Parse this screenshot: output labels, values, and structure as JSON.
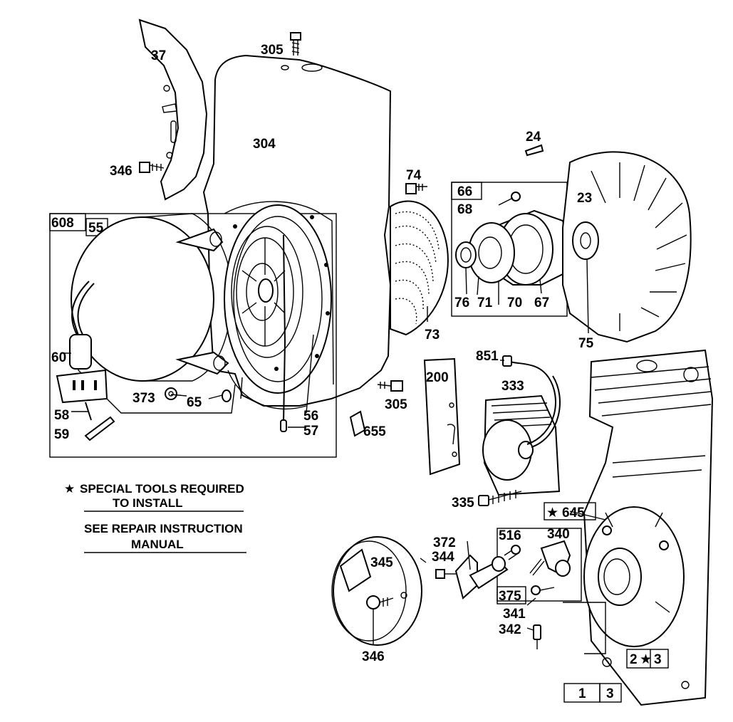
{
  "labels": {
    "p37": "37",
    "p305a": "305",
    "p304": "304",
    "p346a": "346",
    "p74": "74",
    "p24": "24",
    "p66": "66",
    "p68": "68",
    "p23": "23",
    "p608": "608",
    "p55": "55",
    "p76": "76",
    "p71": "71",
    "p70": "70",
    "p67": "67",
    "p75": "75",
    "p73": "73",
    "p60": "60",
    "p373": "373",
    "p65": "65",
    "p58": "58",
    "p59": "59",
    "p56": "56",
    "p57": "57",
    "p305b": "305",
    "p655": "655",
    "p851": "851",
    "p200": "200",
    "p333": "333",
    "p335": "335",
    "p645": "645",
    "p372": "372",
    "p344": "344",
    "p516": "516",
    "p340": "340",
    "p345": "345",
    "p375": "375",
    "p341": "341",
    "p342": "342",
    "p346b": "346",
    "p2": "2",
    "p3a": "3",
    "p1": "1",
    "p3b": "3"
  },
  "notes": {
    "special_line1": "SPECIAL TOOLS REQUIRED",
    "special_line2": "TO INSTALL",
    "repair_line1": "SEE REPAIR INSTRUCTION",
    "repair_line2": "MANUAL"
  },
  "symbols": {
    "star": "★"
  }
}
